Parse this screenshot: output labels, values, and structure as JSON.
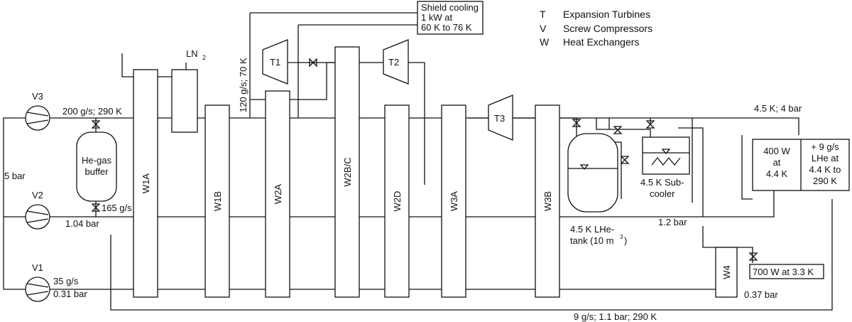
{
  "legend": {
    "items": [
      {
        "key": "T",
        "text": "Expansion Turbines"
      },
      {
        "key": "V",
        "text": "Screw Compressors"
      },
      {
        "key": "W",
        "text": "Heat Exchangers"
      }
    ]
  },
  "shield_cooling": {
    "lines": [
      "Shield cooling",
      "1 kW at",
      "60 K to 76 K"
    ]
  },
  "compressors": {
    "v1": "V1",
    "v2": "V2",
    "v3": "V3"
  },
  "turbines": {
    "t1": "T1",
    "t2": "T2",
    "t3": "T3"
  },
  "exchangers": {
    "w1a": "W1A",
    "w1b": "W1B",
    "w2a": "W2A",
    "w2bc": "W2B/C",
    "w2d": "W2D",
    "w3a": "W3A",
    "w3b": "W3B",
    "w4": "W4"
  },
  "flow_labels": {
    "v3_flow": "200 g/s; 290 K",
    "v2_flow": "165 g/s",
    "v2_pressure": "1.04 bar",
    "v1_flow": "35 g/s",
    "v1_pressure": "0.31 bar",
    "hp_pressure": "5 bar",
    "ln2": "LN",
    "ln2_sub": "2",
    "turbine_flow": "120 g/s; 70 K",
    "top_right": "4.5 K; 4 bar",
    "mid_pressure": "1.2 bar",
    "w4_pressure": "0.37 bar",
    "bottom": "9 g/s; 1.1 bar; 290 K"
  },
  "buffer": {
    "lines": [
      "He-gas",
      "buffer"
    ]
  },
  "tank": {
    "line1": "4.5 K LHe-",
    "line2": "tank (10 m",
    "sup": "3",
    "close": ")"
  },
  "subcooler": {
    "lines": [
      "4.5 K Sub-",
      "cooler"
    ]
  },
  "loads": {
    "load_400w": [
      "400 W",
      "at",
      "4.4 K"
    ],
    "load_9gs": [
      "+ 9 g/s",
      "LHe at",
      "4.4 K to",
      "290 K"
    ],
    "load_700w": "700 W at 3.3 K"
  }
}
